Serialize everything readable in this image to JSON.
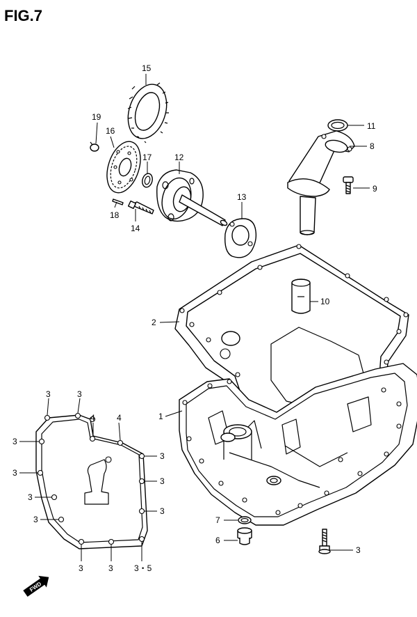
{
  "figure": {
    "title": "FIG.7"
  },
  "parts": [
    {
      "id": "p1",
      "label": "1"
    },
    {
      "id": "p2",
      "label": "2"
    },
    {
      "id": "p3",
      "label": "3"
    },
    {
      "id": "p3_5",
      "label": "3・5"
    },
    {
      "id": "p4",
      "label": "4"
    },
    {
      "id": "p6",
      "label": "6"
    },
    {
      "id": "p7",
      "label": "7"
    },
    {
      "id": "p8",
      "label": "8"
    },
    {
      "id": "p9",
      "label": "9"
    },
    {
      "id": "p10",
      "label": "10"
    },
    {
      "id": "p11",
      "label": "11"
    },
    {
      "id": "p12",
      "label": "12"
    },
    {
      "id": "p13",
      "label": "13"
    },
    {
      "id": "p14",
      "label": "14"
    },
    {
      "id": "p15",
      "label": "15"
    },
    {
      "id": "p16",
      "label": "16"
    },
    {
      "id": "p17",
      "label": "17"
    },
    {
      "id": "p18",
      "label": "18"
    },
    {
      "id": "p19",
      "label": "19"
    }
  ],
  "direction_marker": {
    "label": "FWD",
    "icon": "forward-arrow-icon"
  }
}
